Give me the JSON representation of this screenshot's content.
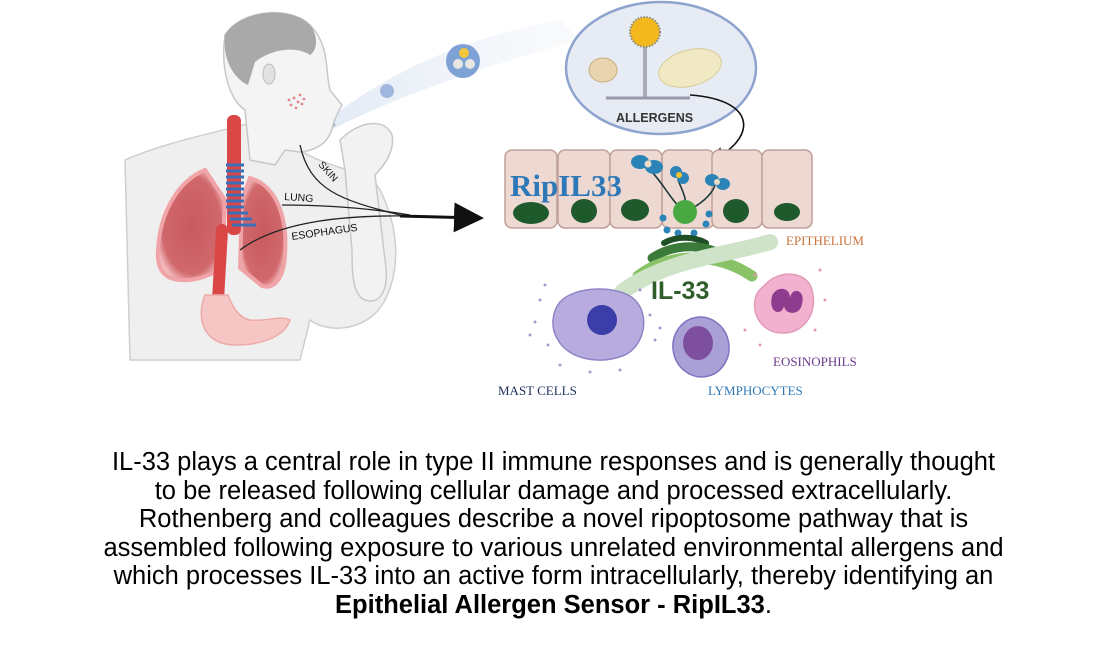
{
  "figure": {
    "body_labels": {
      "skin": "SKIN",
      "lung": "LUNG",
      "esophagus": "ESOPHAGUS"
    },
    "allergens_label": "ALLERGENS",
    "ripil33_label": "RipIL33",
    "epithelium_label": "EPITHELIUM",
    "il33_label": "IL-33",
    "cell_labels": {
      "mast_cells": "MAST CELLS",
      "lymphocytes": "LYMPHOCYTES",
      "eosinophils": "EOSINOPHILS"
    },
    "colors": {
      "ripil33": "#2f78b7",
      "epithelium": "#c8733a",
      "il33": "#2f5e2a",
      "mast_cells": "#1f2f5e",
      "lymphocytes": "#2f78b7",
      "eosinophils": "#6a3a8a"
    }
  },
  "caption": {
    "lines": [
      "IL-33 plays a central role in type II immune responses and is generally thought",
      "to be released following cellular damage and processed extracellularly.",
      "Rothenberg and colleagues describe a novel ripoptosome pathway that is",
      "assembled following exposure to various unrelated environmental allergens and",
      "which processes IL-33 into an active form intracellularly, thereby identifying an"
    ],
    "bold_term": "Epithelial Allergen Sensor - RipIL33",
    "end_punct": "."
  }
}
